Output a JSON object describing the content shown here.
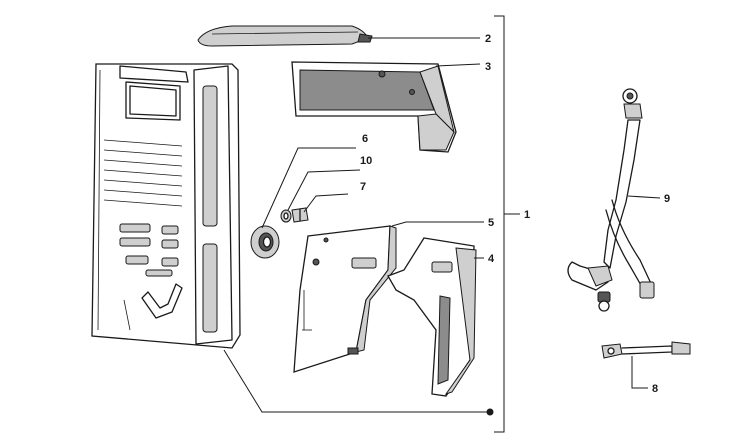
{
  "diagram": {
    "callouts": [
      {
        "id": "2",
        "label": "2"
      },
      {
        "id": "3",
        "label": "3"
      },
      {
        "id": "6",
        "label": "6"
      },
      {
        "id": "10",
        "label": "10"
      },
      {
        "id": "7",
        "label": "7"
      },
      {
        "id": "5",
        "label": "5"
      },
      {
        "id": "1",
        "label": "1"
      },
      {
        "id": "4",
        "label": "4"
      },
      {
        "id": "9",
        "label": "9"
      },
      {
        "id": "8",
        "label": "8"
      }
    ]
  },
  "colors": {
    "line": "#1a1a1a",
    "shade": "#8c8c8c",
    "light_shade": "#cfcfcf",
    "background": "#ffffff"
  }
}
